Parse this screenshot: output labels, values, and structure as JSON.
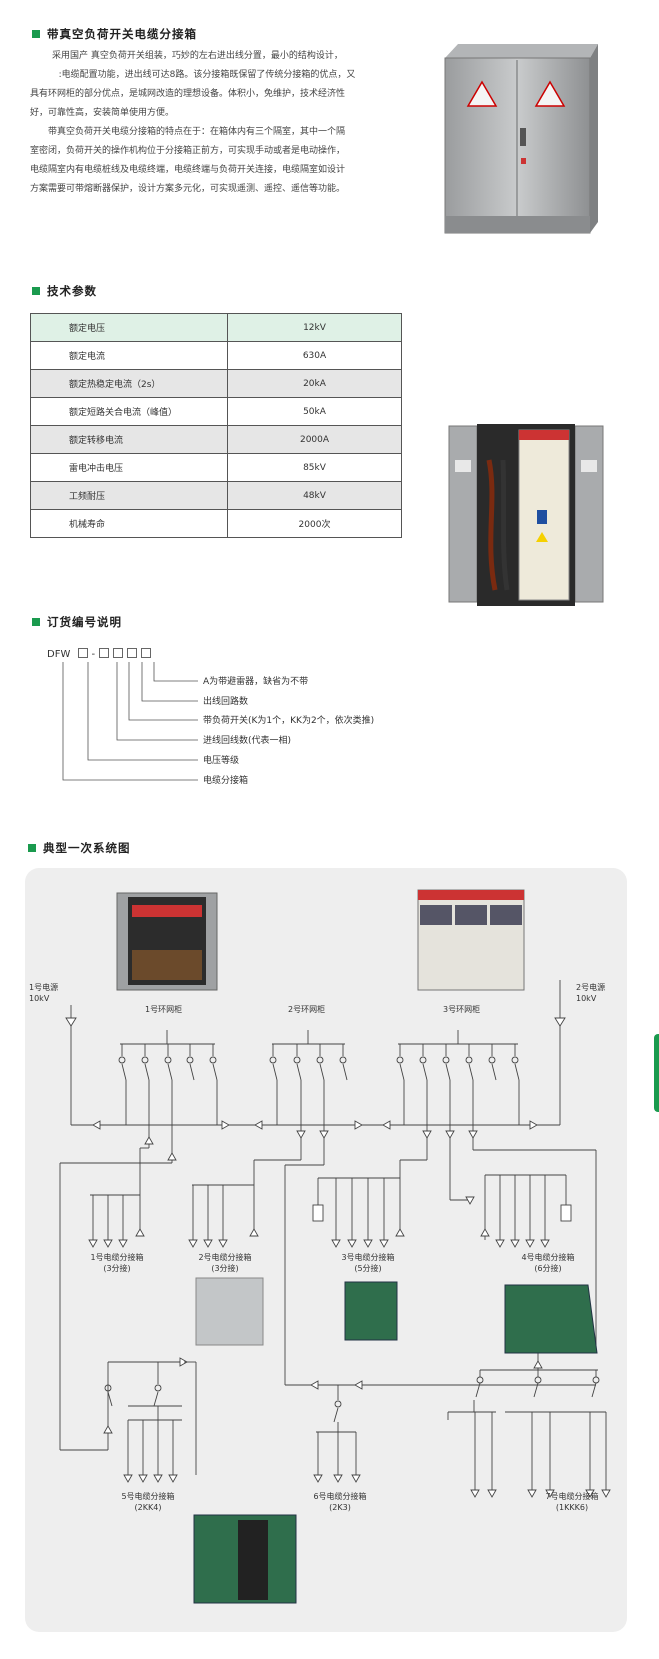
{
  "section1": {
    "title": "带真空负荷开关电缆分接箱",
    "p1_lines": [
      "采用国产      真空负荷开关组装，巧妙的左右进出线分置，最小的结构设计，",
      "          :电缆配置功能，进出线可达8路。该分接箱既保留了传统分接箱的优点，又",
      "具有环网柜的部分优点，是城网改造的理想设备。体积小，免维护，技术经济性",
      "好，可靠性高，安装简单使用方便。"
    ],
    "p2_lines": [
      "带真空负荷开关电缆分接箱的特点在于：在箱体内有三个隔室，其中一个隔",
      "室密闭，负荷开关的操作机构位于分接箱正前方，可实现手动或者是电动操作，",
      "电缆隔室内有电缆桩线及电缆终端，电缆终端与负荷开关连接，电缆隔室如设计",
      "方案需要可带熔断器保护，设计方案多元化，可实现遥测、遥控、遥信等功能。"
    ]
  },
  "section2": {
    "title": "技术参数",
    "rows": [
      {
        "k": "额定电压",
        "v": "12kV"
      },
      {
        "k": "额定电流",
        "v": "630A"
      },
      {
        "k": "额定热稳定电流（2s）",
        "v": "20kA"
      },
      {
        "k": "额定短路关合电流（峰值）",
        "v": "50kA"
      },
      {
        "k": "额定转移电流",
        "v": "2000A"
      },
      {
        "k": "雷电冲击电压",
        "v": "85kV"
      },
      {
        "k": "工频耐压",
        "v": "48kV"
      },
      {
        "k": "机械寿命",
        "v": "2000次"
      }
    ]
  },
  "section3": {
    "title": "订货编号说明",
    "code_prefix": "DFW",
    "code_dash": "-",
    "legend": [
      "A为带避雷器，缺省为不带",
      "出线回路数",
      "带负荷开关(K为1个，KK为2个，依次类推)",
      "进线回线数(代表一相)",
      "电压等级",
      "电缆分接箱"
    ]
  },
  "section4": {
    "title": "典型一次系统图",
    "src1": [
      "1号电源",
      "10kV"
    ],
    "src2": [
      "2号电源",
      "10kV"
    ],
    "cabinet1": "1号环网柜",
    "cabinet2": "2号环网柜",
    "cabinet3": "3号环网柜",
    "boxes": [
      {
        "name": "1号电缆分接箱",
        "sub": "(3分接)"
      },
      {
        "name": "2号电缆分接箱",
        "sub": "(3分接)"
      },
      {
        "name": "3号电缆分接箱",
        "sub": "(5分接)"
      },
      {
        "name": "4号电缆分接箱",
        "sub": "(6分接)"
      },
      {
        "name": "5号电缆分接箱",
        "sub": "(2KK4)"
      },
      {
        "name": "6号电缆分接箱",
        "sub": "(2K3)"
      },
      {
        "name": "7号电缆分接箱",
        "sub": "(1KKK6)"
      }
    ]
  },
  "colors": {
    "accent": "#1a9a4e",
    "table_first": "#dff1e6",
    "table_alt": "#e6e6e6",
    "panel": "#eeeeee"
  }
}
